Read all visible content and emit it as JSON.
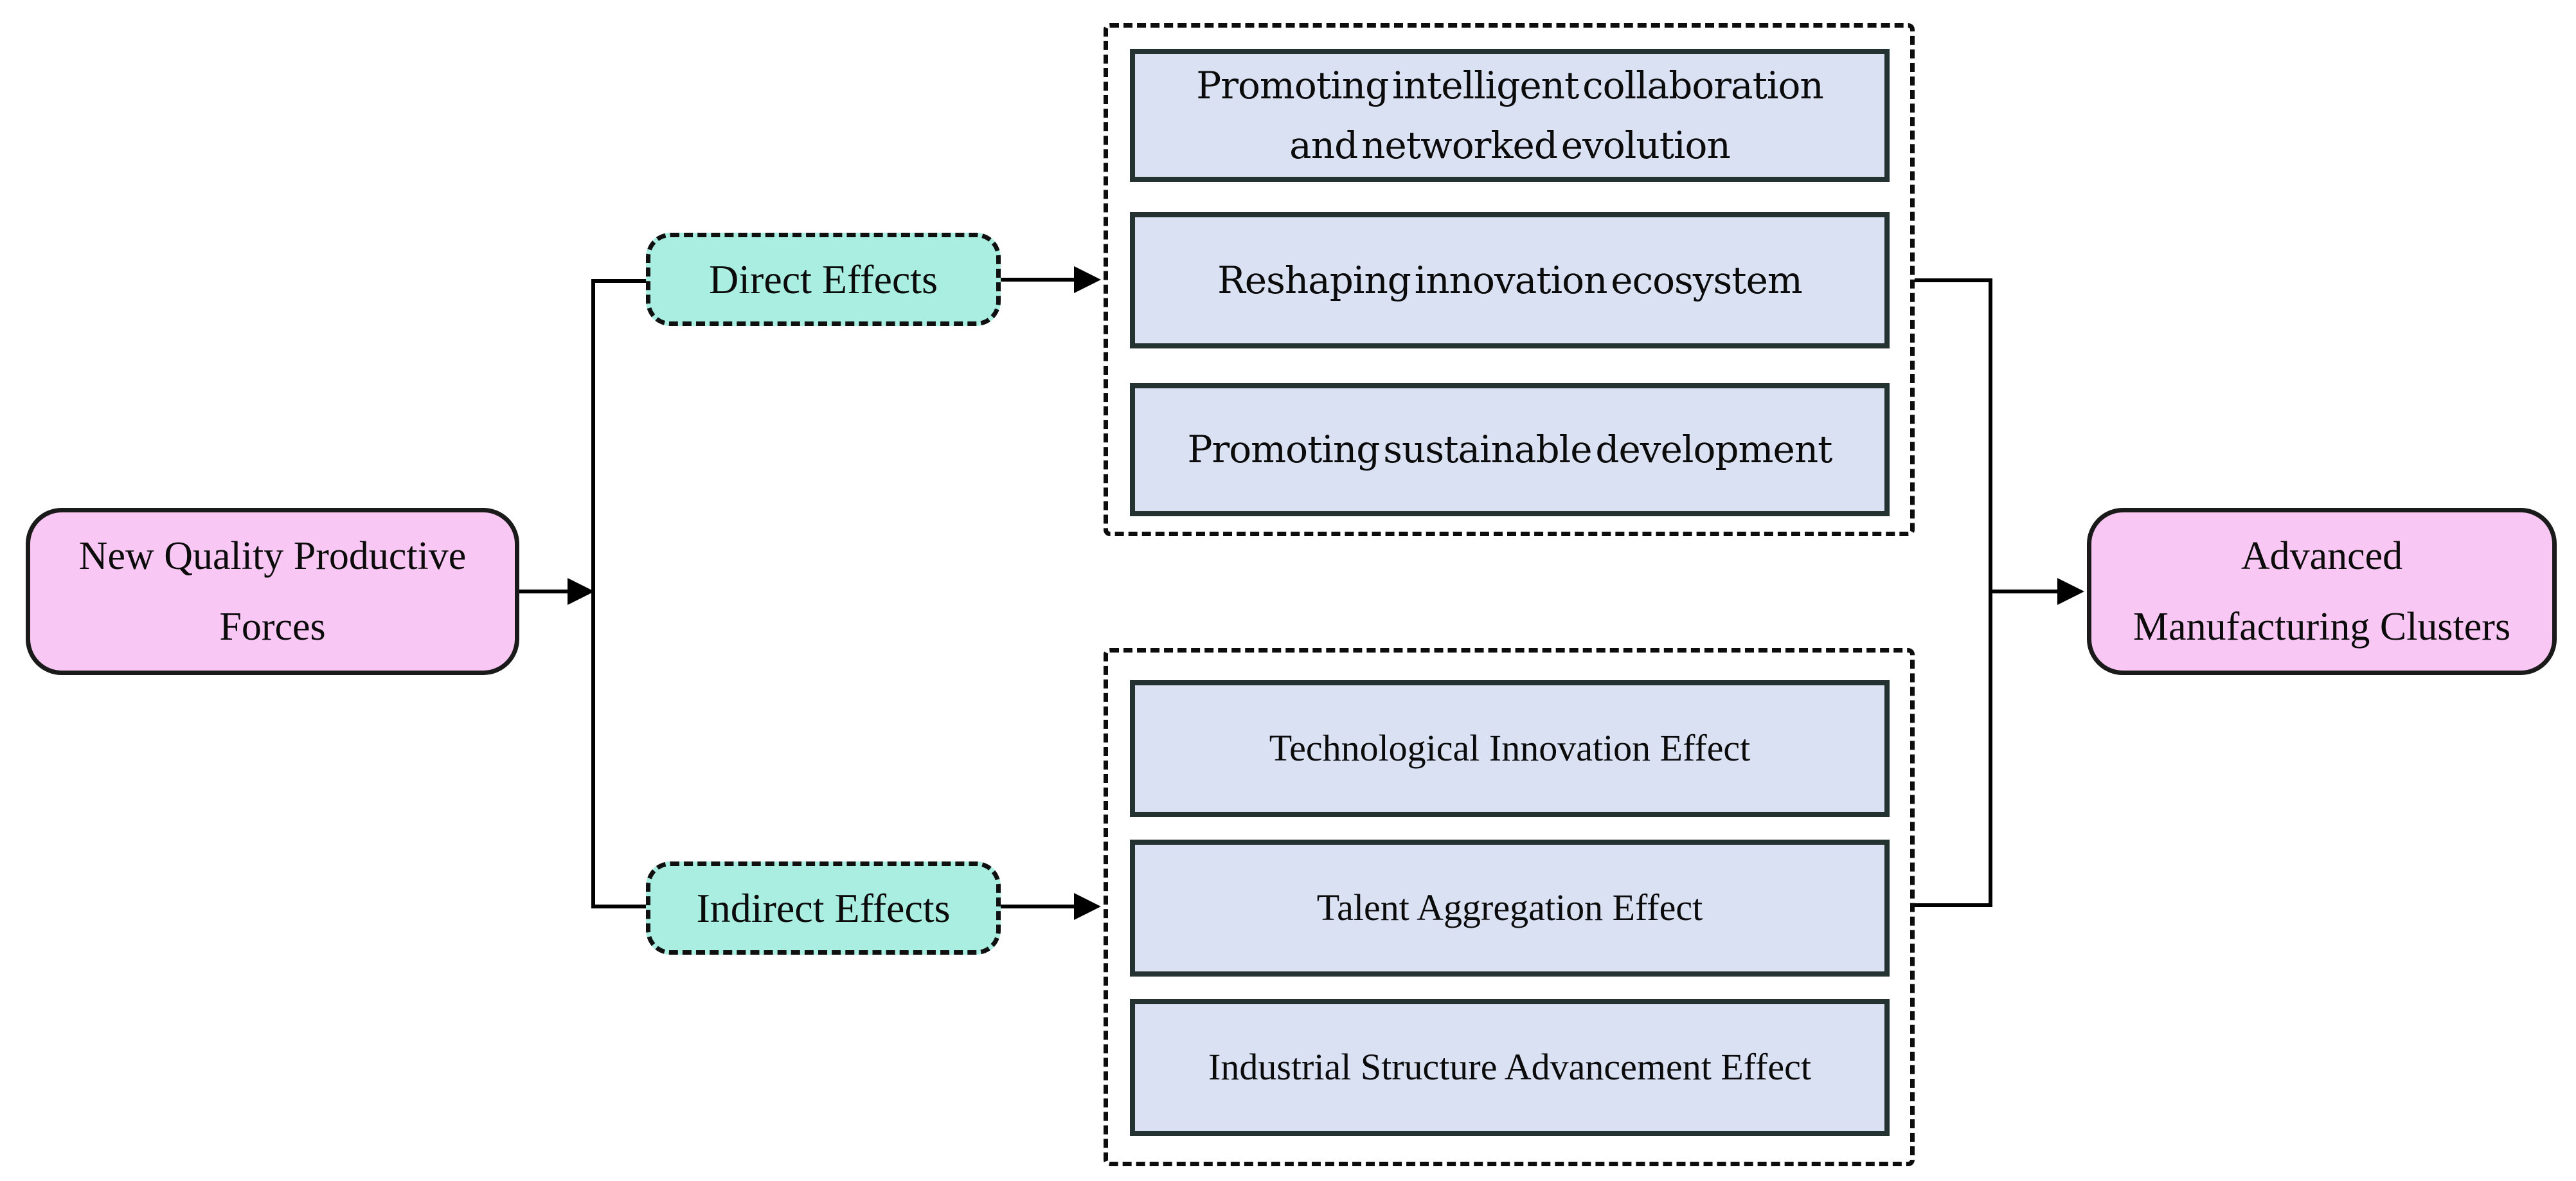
{
  "figure": {
    "type": "flow-diagram",
    "background": "#FFFFFF",
    "description": "Mechanism diagram linking New Quality Productive Forces to Advanced Manufacturing Clusters through direct and indirect effects"
  },
  "colors": {
    "source_target_fill": "#F9C7F3",
    "effects_fill": "#A9EEE0",
    "item_fill": "#D9E1F3",
    "item_border": "#243231",
    "node_border": "#1A1A1A",
    "connector": "#000000"
  },
  "nodes": {
    "source": {
      "label": "New Quality Productive Forces",
      "lines": [
        "New Quality Productive",
        "Forces"
      ]
    },
    "direct": {
      "label": "Direct Effects"
    },
    "indirect": {
      "label": "Indirect Effects"
    },
    "target": {
      "label": "Advanced Manufacturing Clusters",
      "lines": [
        "Advanced",
        "Manufacturing Clusters"
      ]
    }
  },
  "direct_effects_items": [
    "Promoting intelligent collaboration and networked evolution",
    "Reshaping innovation ecosystem",
    "Promoting sustainable development"
  ],
  "indirect_effects_items": [
    "Technological Innovation Effect",
    "Talent Aggregation Effect",
    "Industrial Structure Advancement Effect"
  ],
  "edges": [
    {
      "from": "New Quality Productive Forces",
      "to": "Direct Effects"
    },
    {
      "from": "New Quality Productive Forces",
      "to": "Indirect Effects"
    },
    {
      "from": "Direct Effects",
      "to": "Direct effects group"
    },
    {
      "from": "Indirect Effects",
      "to": "Indirect effects group"
    },
    {
      "from": "Direct effects group",
      "to": "Advanced Manufacturing Clusters"
    },
    {
      "from": "Indirect effects group",
      "to": "Advanced Manufacturing Clusters"
    }
  ]
}
